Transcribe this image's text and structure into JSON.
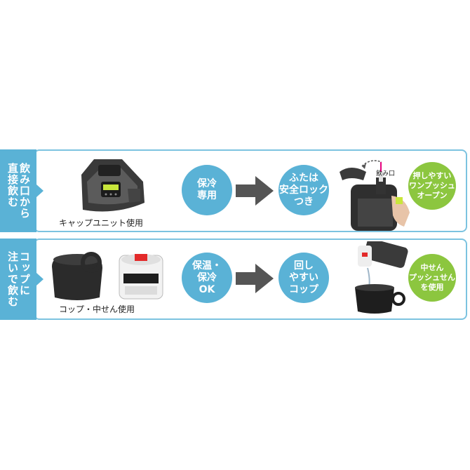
{
  "rows": [
    {
      "tab": "飲み口から\n直接飲む",
      "caption": "キャップユニット使用",
      "circle1": "保冷\n専用",
      "circle2": "ふたは\n安全ロック\nつき",
      "bubble": "押しやすい\nワンプッシュ\nオープン",
      "label": "飲み口"
    },
    {
      "tab": "コップに\n注いで飲む",
      "caption": "コップ・中せん使用",
      "circle1": "保温・\n保冷\nOK",
      "circle2": "回し\nやすい\nコップ",
      "bubble": "中せん\n(プッシュせん)\nを使用"
    }
  ],
  "colors": {
    "tab": "#5ab2d6",
    "circle": "#5ab2d6",
    "arrow": "#555555",
    "bubble": "#8cc63f",
    "border": "#7cc3e0"
  }
}
